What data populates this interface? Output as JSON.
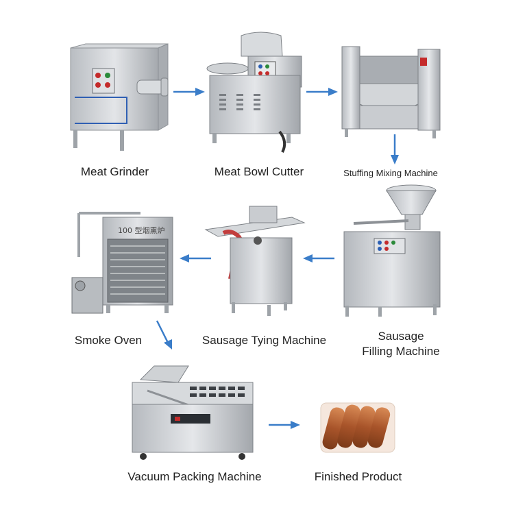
{
  "steps": [
    {
      "id": "meat-grinder",
      "label": "Meat Grinder"
    },
    {
      "id": "meat-bowl-cutter",
      "label": "Meat Bowl Cutter"
    },
    {
      "id": "stuffing-mixing-machine",
      "label": "Stuffing Mixing Machine"
    },
    {
      "id": "sausage-filling-machine",
      "label_line1": "Sausage",
      "label_line2": "Filling Machine"
    },
    {
      "id": "sausage-tying-machine",
      "label": "Sausage Tying Machine"
    },
    {
      "id": "smoke-oven",
      "label": "Smoke Oven",
      "panel_text": "100 型烟熏炉"
    },
    {
      "id": "vacuum-packing-machine",
      "label": "Vacuum Packing Machine"
    },
    {
      "id": "finished-product",
      "label": "Finished Product"
    }
  ],
  "colors": {
    "arrow": "#3a7dc9",
    "steel": "#c9ccd0",
    "steel_dark": "#9ea3a8",
    "accent_blue": "#2f5fb3"
  }
}
